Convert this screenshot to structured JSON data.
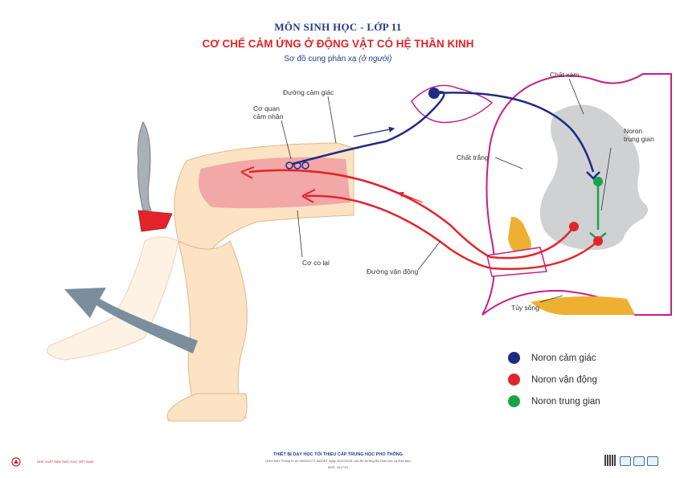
{
  "header": {
    "subject": "MÔN SINH HỌC - LỚP 11",
    "title": "CƠ CHẾ CẢM ỨNG Ở ĐỘNG VẬT CÓ HỆ THẦN KINH",
    "subtitle_main": "Sơ đồ cung phản xạ",
    "subtitle_italic": "(ở người)"
  },
  "labels": {
    "sensory_path": "Đường cảm giác",
    "receptor_line1": "Cơ quan",
    "receptor_line2": "cảm nhận",
    "muscle": "Cơ co lại",
    "motor_path": "Đường vận động",
    "gray_matter": "Chất xám",
    "white_matter": "Chất trắng",
    "interneuron_line1": "Noron",
    "interneuron_line2": "trung gian",
    "spinal_cord": "Tủy sống"
  },
  "legend": [
    {
      "label": "Noron cảm giác",
      "color": "#1f2a86"
    },
    {
      "label": "Noron vận động",
      "color": "#e3242b"
    },
    {
      "label": "Noron trung gian",
      "color": "#1aa34a"
    }
  ],
  "footer": {
    "title": "THIẾT BỊ DẠY HỌC TỐI THIỂU CẤP TRUNG HỌC PHỔ THÔNG",
    "subtitle": "(Kèm theo Thông tư số 39/2021/TT-BGDĐT ngày 30/12/2021 của Bộ trưởng Bộ Giáo dục và Đào tạo)",
    "code": "MSP: 1017/10",
    "publisher": "NHÀ XUẤT BẢN GIÁO DỤC VIỆT NAM"
  },
  "colors": {
    "sensory": "#1f2a86",
    "motor": "#e3242b",
    "inter": "#1aa34a",
    "spinal_outline": "#c41e8c",
    "gray_matter": "#cfd1d3",
    "orange": "#eeb031",
    "skin": "#fbe3c3",
    "arrow": "#7b8e9d"
  }
}
